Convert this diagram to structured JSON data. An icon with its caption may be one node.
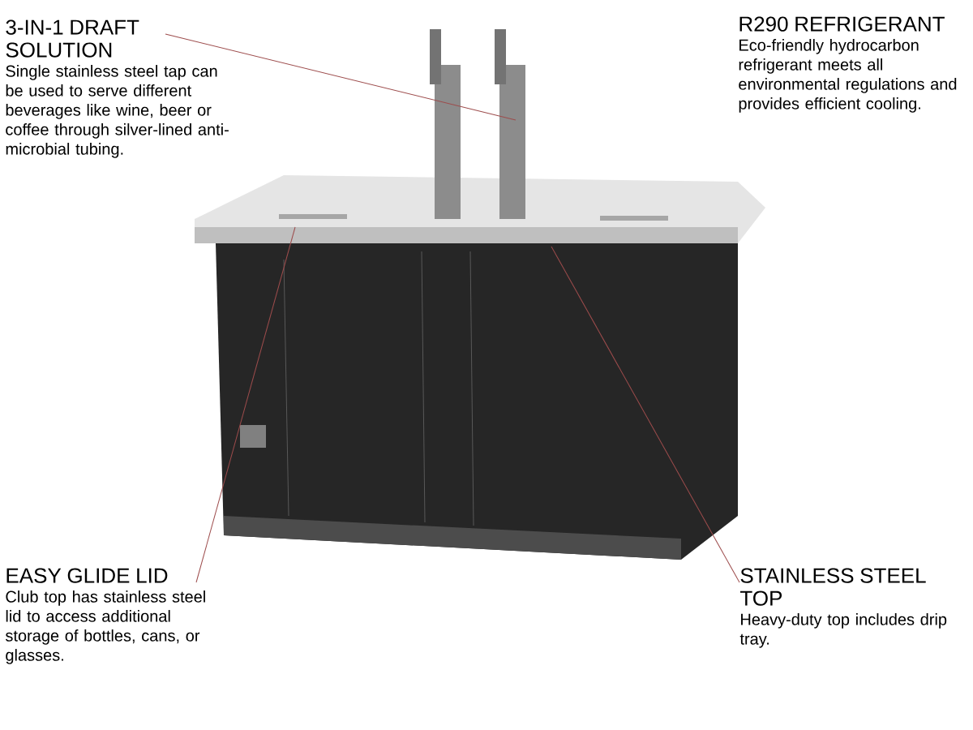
{
  "diagram": {
    "nodes": [
      {
        "text": [
          "3-IN-1 DRAFT SOLUTION",
          "Single stainless steel tap can be used to serve different beverages like wine, beer or coffee through silver-lined anti-microbial tubing."
        ]
      },
      {
        "text": [
          "R290 REFRIGERANT",
          "Eco-friendly hydrocarbon refrigerant  meets all environmental regulations and provides efficient cooling."
        ]
      },
      {
        "text": [
          "EASY GLIDE LID",
          "Club top has stainless steel lid to access additional storage of bottles, cans, or glasses."
        ]
      },
      {
        "text": [
          "STAINLESS STEEL TOP",
          "Heavy-duty top includes drip tray."
        ]
      }
    ],
    "edges": [
      {
        "from": 0,
        "to": null,
        "arrow": "none"
      },
      {
        "from": 2,
        "to": null,
        "arrow": "none"
      },
      {
        "from": 3,
        "to": null,
        "arrow": "none"
      }
    ]
  }
}
